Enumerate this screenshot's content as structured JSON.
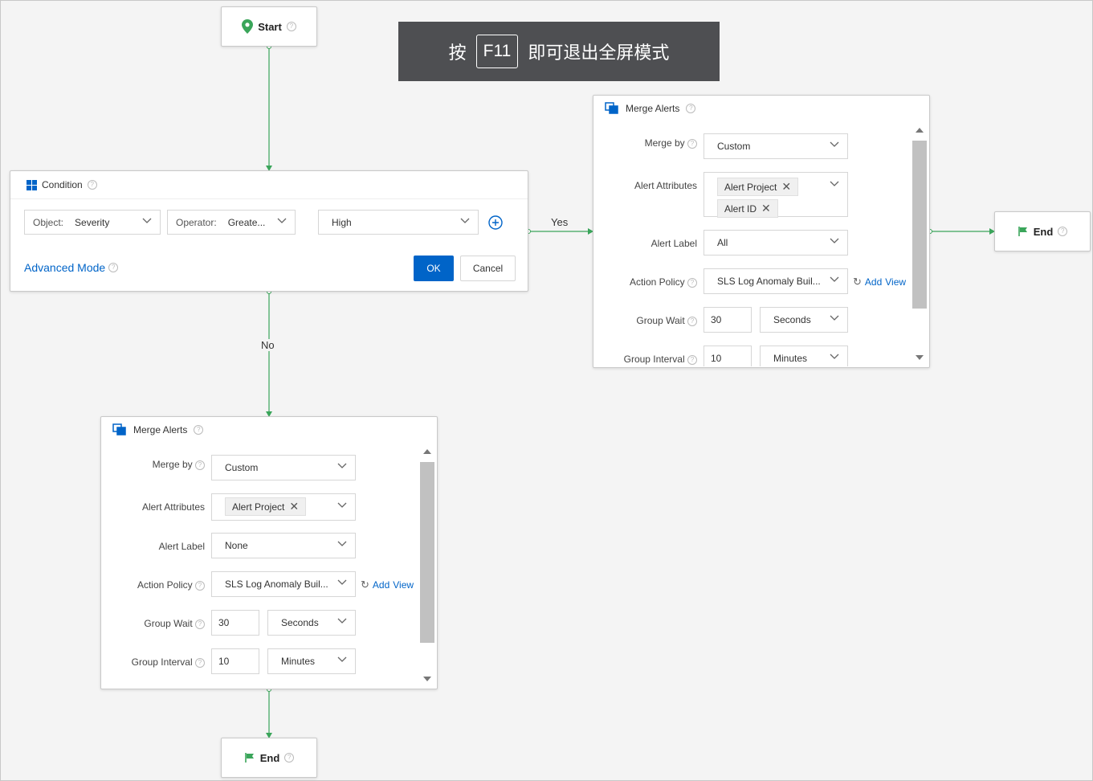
{
  "banner": {
    "prefix": "按",
    "key": "F11",
    "suffix": "即可退出全屏模式"
  },
  "start_node": {
    "label": "Start"
  },
  "end_node_right": {
    "label": "End"
  },
  "end_node_bottom": {
    "label": "End"
  },
  "edges": {
    "yes": "Yes",
    "no": "No"
  },
  "condition": {
    "title": "Condition",
    "object_label": "Object:",
    "object_value": "Severity",
    "operator_label": "Operator:",
    "operator_value": "Greate...",
    "value": "High",
    "advanced_mode": "Advanced Mode",
    "ok": "OK",
    "cancel": "Cancel"
  },
  "merge_right": {
    "title": "Merge Alerts",
    "merge_by_label": "Merge by",
    "merge_by_value": "Custom",
    "alert_attributes_label": "Alert Attributes",
    "alert_attributes": [
      "Alert Project",
      "Alert ID"
    ],
    "alert_label_label": "Alert Label",
    "alert_label_value": "All",
    "action_policy_label": "Action Policy",
    "action_policy_value": "SLS Log Anomaly Buil...",
    "add_label": "Add",
    "view_label": "View",
    "group_wait_label": "Group Wait",
    "group_wait_value": "30",
    "group_wait_unit": "Seconds",
    "group_interval_label": "Group Interval",
    "group_interval_value": "10",
    "group_interval_unit": "Minutes"
  },
  "merge_bottom": {
    "title": "Merge Alerts",
    "merge_by_label": "Merge by",
    "merge_by_value": "Custom",
    "alert_attributes_label": "Alert Attributes",
    "alert_attributes": [
      "Alert Project"
    ],
    "alert_label_label": "Alert Label",
    "alert_label_value": "None",
    "action_policy_label": "Action Policy",
    "action_policy_value": "SLS Log Anomaly Buil...",
    "add_label": "Add",
    "view_label": "View",
    "group_wait_label": "Group Wait",
    "group_wait_value": "30",
    "group_wait_unit": "Seconds",
    "group_interval_label": "Group Interval",
    "group_interval_value": "10",
    "group_interval_unit": "Minutes"
  },
  "colors": {
    "primary": "#0064c8",
    "edge": "#3aa55a",
    "banner_bg": "#4e4f52"
  }
}
